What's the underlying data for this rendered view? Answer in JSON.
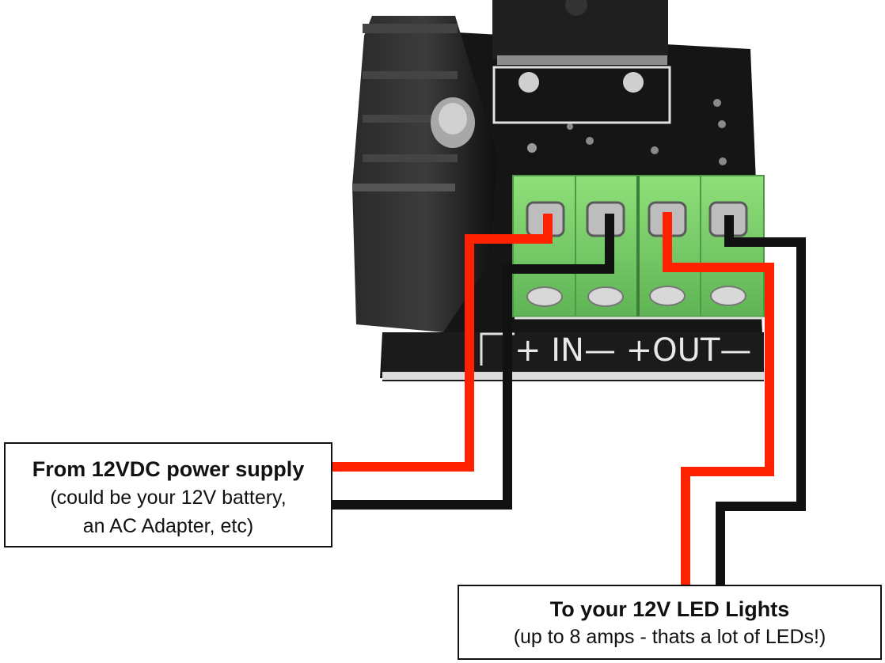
{
  "board": {
    "silkscreen": "+ IN— +OUT—",
    "terminal_block_color": "#7ccf6c",
    "pcb_color": "#141414",
    "heatsink_color": "#1e1e1e"
  },
  "wires": {
    "positive_color": "#ff2200",
    "negative_color": "#111111"
  },
  "labels": {
    "supply": {
      "title": "From 12VDC power supply",
      "line1": "(could be your 12V battery,",
      "line2": "an AC Adapter, etc)"
    },
    "leds": {
      "title": "To your 12V LED Lights",
      "line1": "(up to 8 amps - thats a lot of LEDs!)"
    }
  }
}
